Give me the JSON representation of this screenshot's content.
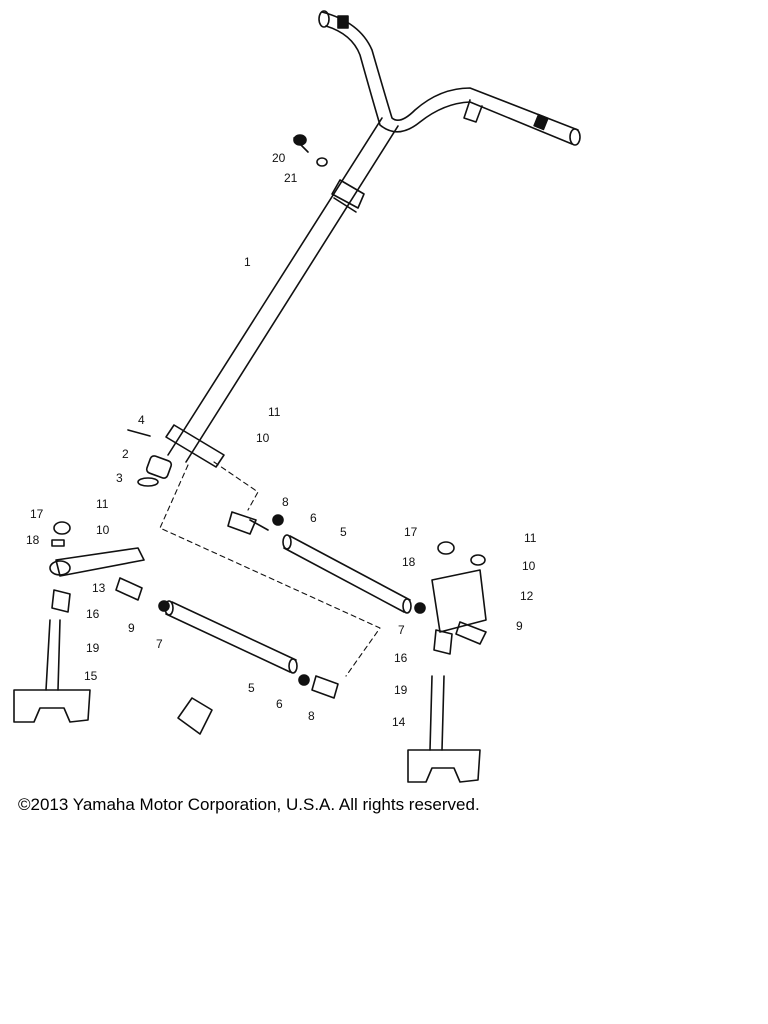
{
  "colors": {
    "line": "#111111",
    "background": "#ffffff"
  },
  "labels": [
    {
      "id": "p20",
      "text": "20"
    },
    {
      "id": "p21",
      "text": "21"
    },
    {
      "id": "p1",
      "text": "1"
    },
    {
      "id": "p4",
      "text": "4"
    },
    {
      "id": "p11a",
      "text": "11"
    },
    {
      "id": "p10a",
      "text": "10"
    },
    {
      "id": "p2",
      "text": "2"
    },
    {
      "id": "p3",
      "text": "3"
    },
    {
      "id": "p17a",
      "text": "17"
    },
    {
      "id": "p11b",
      "text": "11"
    },
    {
      "id": "p18a",
      "text": "18"
    },
    {
      "id": "p10b",
      "text": "10"
    },
    {
      "id": "p6a",
      "text": "6"
    },
    {
      "id": "p8a",
      "text": "8"
    },
    {
      "id": "p5a",
      "text": "5"
    },
    {
      "id": "p13",
      "text": "13"
    },
    {
      "id": "p16a",
      "text": "16"
    },
    {
      "id": "p19a",
      "text": "19"
    },
    {
      "id": "p9a",
      "text": "9"
    },
    {
      "id": "p7a",
      "text": "7"
    },
    {
      "id": "p15",
      "text": "15"
    },
    {
      "id": "p5b",
      "text": "5"
    },
    {
      "id": "p6b",
      "text": "6"
    },
    {
      "id": "p8b",
      "text": "8"
    },
    {
      "id": "p17b",
      "text": "17"
    },
    {
      "id": "p11c",
      "text": "11"
    },
    {
      "id": "p18b",
      "text": "18"
    },
    {
      "id": "p10c",
      "text": "10"
    },
    {
      "id": "p12",
      "text": "12"
    },
    {
      "id": "p7b",
      "text": "7"
    },
    {
      "id": "p9b",
      "text": "9"
    },
    {
      "id": "p16b",
      "text": "16"
    },
    {
      "id": "p19b",
      "text": "19"
    },
    {
      "id": "p14",
      "text": "14"
    }
  ],
  "copyright": "©2013 Yamaha Motor Corporation, U.S.A. All rights reserved."
}
